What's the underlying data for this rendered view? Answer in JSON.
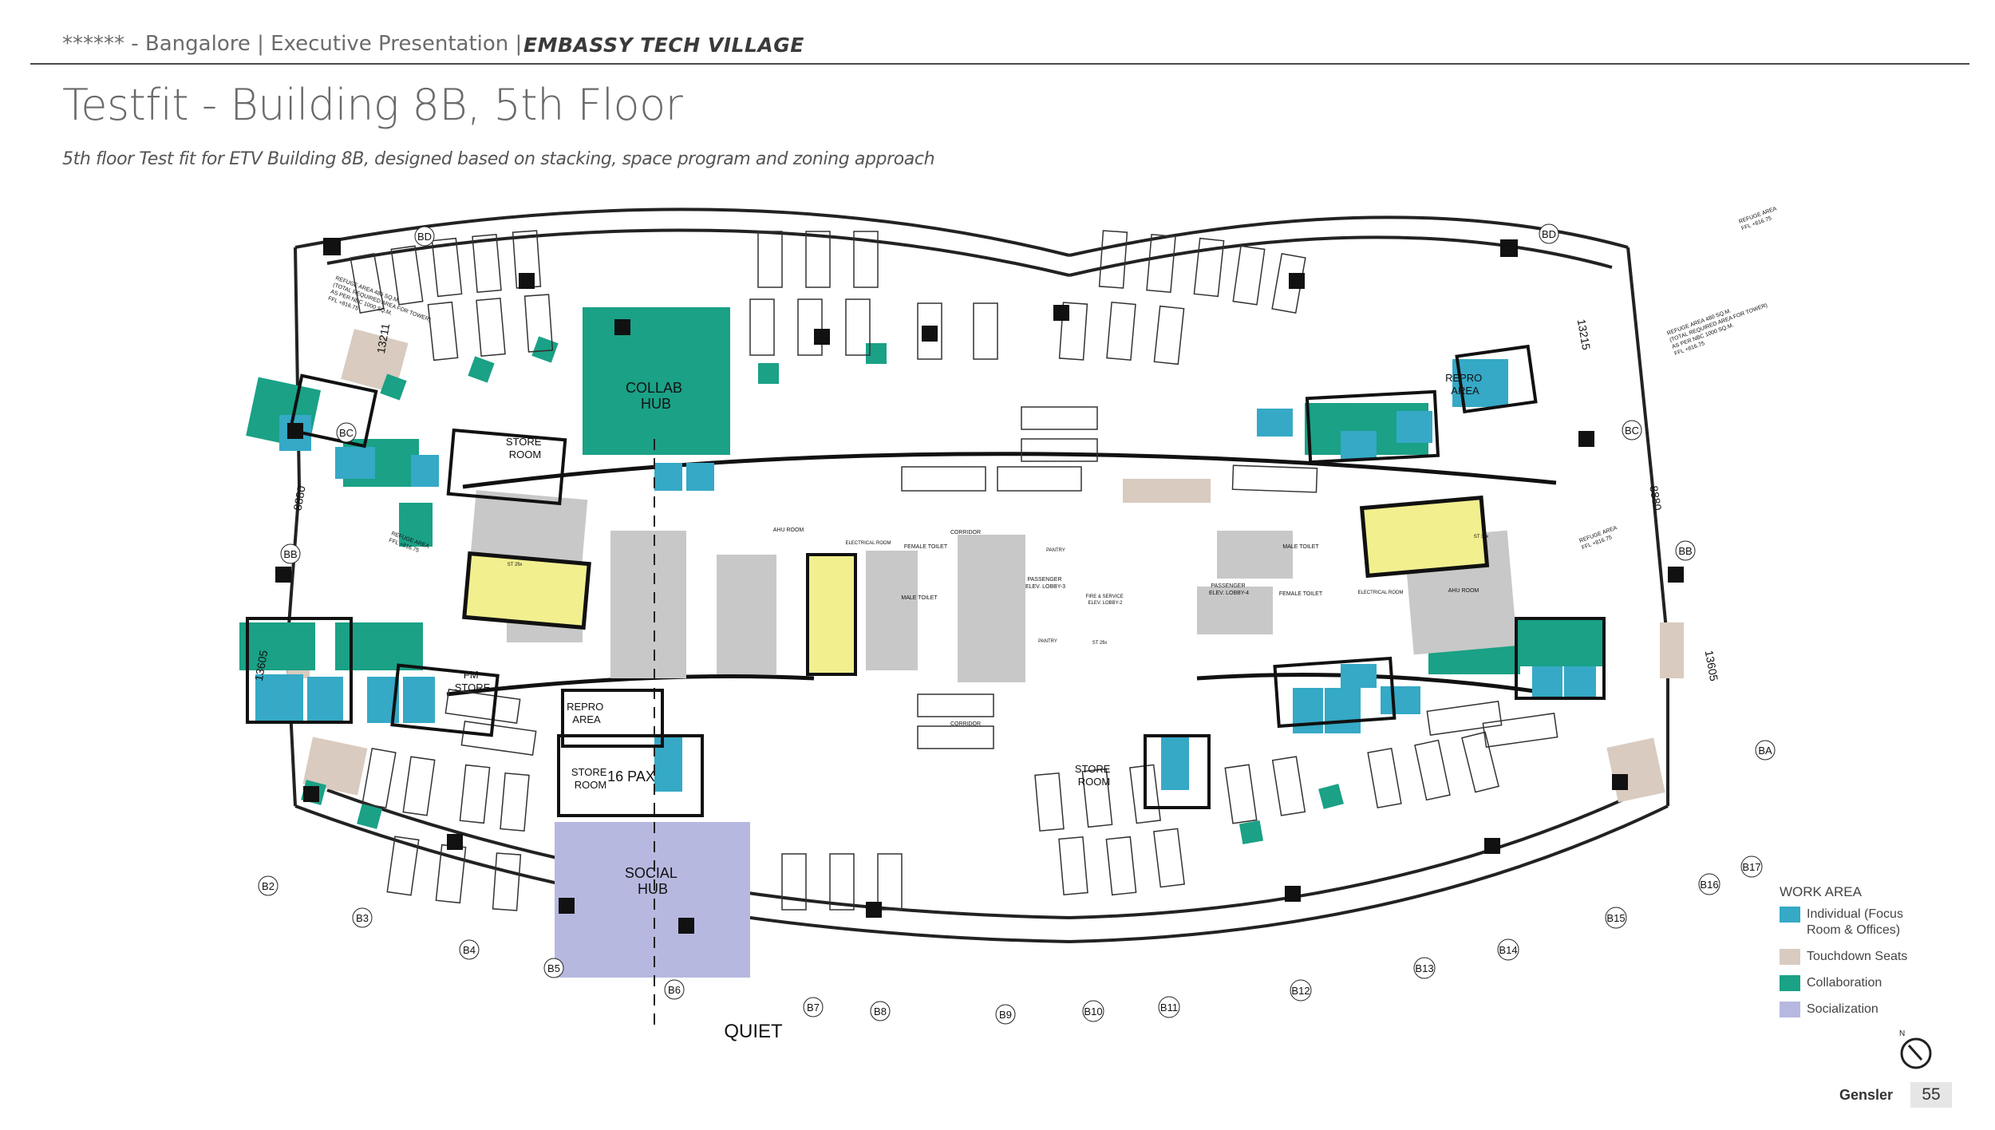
{
  "header": {
    "client": "****** - Bangalore | Executive Presentation |",
    "project": "EMBASSY TECH VILLAGE"
  },
  "title": "Testfit - Building 8B, 5th Floor",
  "subtitle": "5th floor Test fit for ETV Building 8B, designed based on stacking, space program and zoning approach",
  "plan": {
    "hubs": {
      "collab": [
        "COLLAB",
        "HUB"
      ],
      "social": [
        "SOCIAL",
        "HUB"
      ],
      "pax": "16 PAX",
      "quiet": "QUIET"
    },
    "rooms": {
      "store_left": [
        "STORE",
        "ROOM"
      ],
      "store_mid_left": [
        "STORE",
        "ROOM"
      ],
      "store_mid_right": [
        "STORE",
        "ROOM"
      ],
      "fm_store": [
        "FM",
        "STORE"
      ],
      "repro_left": [
        "REPRO",
        "AREA"
      ],
      "repro_right": [
        "REPRO",
        "AREA"
      ],
      "corridor_top": "CORRIDOR",
      "corridor_bottom": "CORRIDOR",
      "female_toilet_left": "FEMALE TOILET",
      "male_toilet_left": "MALE TOILET",
      "male_toilet_right": "MALE TOILET",
      "female_toilet_right": "FEMALE TOILET",
      "passenger_lobby_left": [
        "PASSENGER",
        "ELEV. LOBBY-3"
      ],
      "passenger_lobby_right": [
        "PASSENGER",
        "ELEV. LOBBY-4"
      ],
      "fire_lobby": [
        "FIRE & SERVICE",
        "ELEV. LOBBY-2"
      ],
      "ahu_left": "AHU ROOM",
      "ahu_right": "AHU ROOM",
      "electrical_left": "ELECTRICAL ROOM",
      "electrical_right": "ELECTRICAL ROOM",
      "pantry_top": "PANTRY",
      "pantry_bottom": "PANTRY",
      "stair_left": "ST 2fix",
      "stair_mid": "ST 2fix",
      "stair_right": "ST 3fix"
    },
    "grid_labels": {
      "bd_left": "BD",
      "bd_right": "BD",
      "bc_left": "BC",
      "bc_right": "BC",
      "bb_left": "BB",
      "bb_right": "BB",
      "ba_right": "BA",
      "b2": "B2",
      "b3": "B3",
      "b4": "B4",
      "b5": "B5",
      "b6": "B6",
      "b7": "B7",
      "b8": "B8",
      "b9": "B9",
      "b10": "B10",
      "b11": "B11",
      "b12": "B12",
      "b13": "B13",
      "b14": "B14",
      "b15": "B15",
      "b16": "B16",
      "b17": "B17"
    },
    "dimensions": {
      "d13211": "13211",
      "d8880_left": "8880",
      "d13605_left": "13605",
      "d13215": "13215",
      "d8880_right": "8880",
      "d13605_right": "13605"
    },
    "notes": {
      "refuge_top_left": [
        "REFUGE AREA 480 SQ.M.",
        "(TOTAL REQUIRED AREA FOR TOWER)",
        "AS PER NBC 1000 SQ.M.",
        "FFL +816.75"
      ],
      "refuge_top_right": [
        "REFUGE AREA 480 SQ.M.",
        "(TOTAL REQUIRED AREA FOR TOWER)",
        "AS PER NBC 1000 SQ.M.",
        "FFL +816.75"
      ],
      "refuge_left": [
        "REFUGE AREA",
        "FFL +816.75"
      ],
      "refuge_right": [
        "REFUGE AREA",
        "FFL +816.75"
      ],
      "refuge_far_right": [
        "REFUGE AREA",
        "FFL +816.75"
      ]
    }
  },
  "legend": {
    "title": "WORK AREA",
    "items": [
      {
        "label": "Individual (Focus Room & Offices)",
        "color": "#35a9c6"
      },
      {
        "label": "Touchdown Seats",
        "color": "#d9cbbf"
      },
      {
        "label": "Collaboration",
        "color": "#1aa186"
      },
      {
        "label": "Socialization",
        "color": "#b7b8e0"
      }
    ]
  },
  "colors": {
    "individual": "#35a9c6",
    "touchdown": "#d9cbbf",
    "collaboration": "#1aa186",
    "socialization": "#b7b8e0",
    "stair": "#f2ef8f",
    "service": "#c8c8c8",
    "wall": "#111111"
  },
  "footer": {
    "brand": "Gensler",
    "page": "55"
  }
}
